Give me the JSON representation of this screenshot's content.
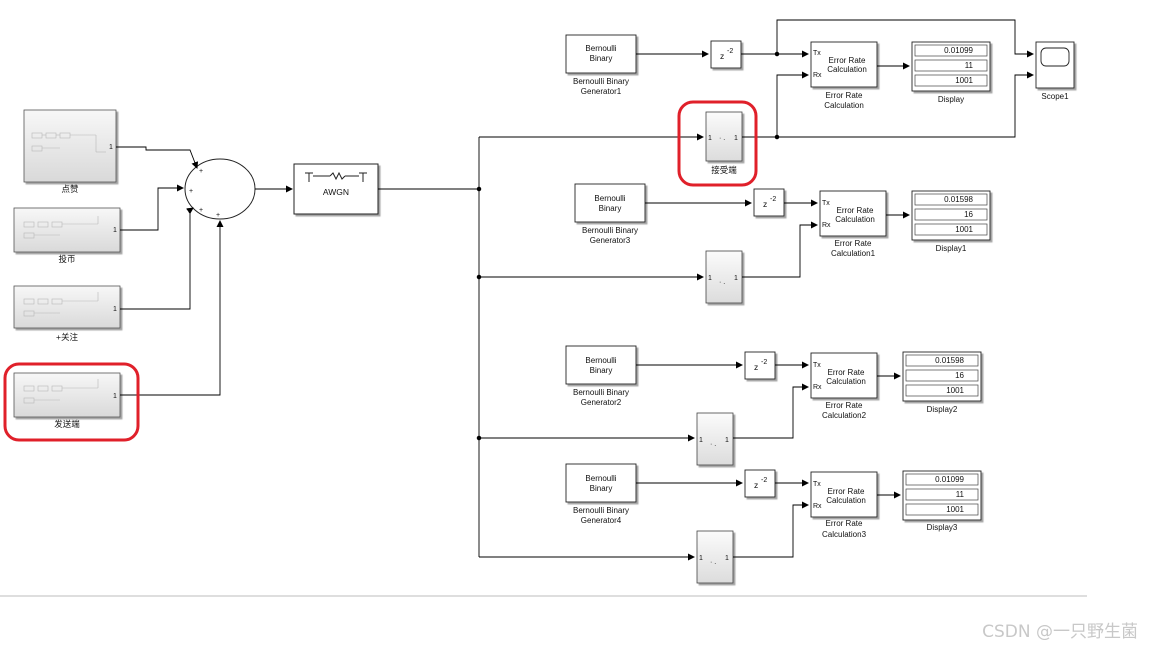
{
  "watermark": "CSDN @一只野生菌",
  "highlight_color": "#e0202a",
  "line_color": "#000000",
  "subsystems": {
    "dianzan": {
      "label": "点赞",
      "port": "1"
    },
    "toubi": {
      "label": "投币",
      "port": "1"
    },
    "guanzhu": {
      "label": "+关注",
      "port": "1"
    },
    "fasong": {
      "label": "发送端",
      "port": "1"
    }
  },
  "sum_block": {
    "signs": [
      "+",
      "+",
      "+",
      "+"
    ]
  },
  "awgn": {
    "label": "AWGN"
  },
  "receivers": [
    {
      "label": "接受端",
      "port_in": "1",
      "port_out": "1"
    },
    {
      "label": "",
      "port_in": "1",
      "port_out": "1"
    },
    {
      "label": "",
      "port_in": "1",
      "port_out": "1"
    },
    {
      "label": "",
      "port_in": "1",
      "port_out": "1"
    }
  ],
  "delay_label": "z",
  "delay_exponent": "-2",
  "generators": [
    {
      "block_text": [
        "Bernoulli",
        "Binary"
      ],
      "name": [
        "Bernoulli Binary",
        "Generator1"
      ]
    },
    {
      "block_text": [
        "Bernoulli",
        "Binary"
      ],
      "name": [
        "Bernoulli Binary",
        "Generator3"
      ]
    },
    {
      "block_text": [
        "Bernoulli",
        "Binary"
      ],
      "name": [
        "Bernoulli Binary",
        "Generator2"
      ]
    },
    {
      "block_text": [
        "Bernoulli",
        "Binary"
      ],
      "name": [
        "Bernoulli Binary",
        "Generator4"
      ]
    }
  ],
  "error_rate": [
    {
      "block_text": [
        "Error Rate",
        "Calculation"
      ],
      "name": [
        "Error Rate",
        "Calculation"
      ],
      "tx": "Tx",
      "rx": "Rx"
    },
    {
      "block_text": [
        "Error Rate",
        "Calculation"
      ],
      "name": [
        "Error Rate",
        "Calculation1"
      ],
      "tx": "Tx",
      "rx": "Rx"
    },
    {
      "block_text": [
        "Error Rate",
        "Calculation"
      ],
      "name": [
        "Error Rate",
        "Calculation2"
      ],
      "tx": "Tx",
      "rx": "Rx"
    },
    {
      "block_text": [
        "Error Rate",
        "Calculation"
      ],
      "name": [
        "Error Rate",
        "Calculation3"
      ],
      "tx": "Tx",
      "rx": "Rx"
    }
  ],
  "displays": [
    {
      "name": "Display",
      "values": [
        "0.01099",
        "11",
        "1001"
      ]
    },
    {
      "name": "Display1",
      "values": [
        "0.01598",
        "16",
        "1001"
      ]
    },
    {
      "name": "Display2",
      "values": [
        "0.01598",
        "16",
        "1001"
      ]
    },
    {
      "name": "Display3",
      "values": [
        "0.01099",
        "11",
        "1001"
      ]
    }
  ],
  "scope": {
    "name": "Scope1"
  }
}
